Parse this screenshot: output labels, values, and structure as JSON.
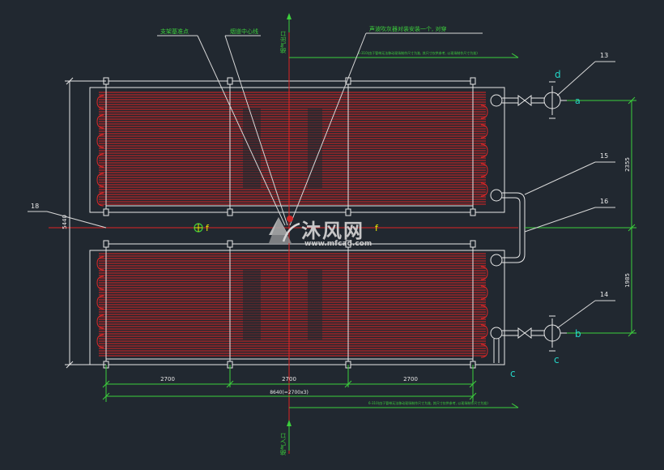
{
  "colors": {
    "background": "#212830",
    "frame": "#e8e8e8",
    "tube": "#e02525",
    "dimension": "#3ccf3c",
    "leader": "#d8d8d8",
    "label": "#24d6c8",
    "callout_text": "#e8e800"
  },
  "callouts": {
    "support_base": "支架基准点",
    "duct_centerline": "烟道中心线",
    "sootblower_note": "声波吹灰器对装安装一个, 对穿"
  },
  "axis_labels": {
    "top": "烟气出口",
    "bottom": "烟气入口"
  },
  "flow_notes": {
    "top": "6-310(由于管带无法移动现场制作尺寸为准, 其尺寸仅供参考, 以现场制作尺寸为准)",
    "bottom": "6-310(由于管带无法移动现场制作尺寸为准, 其尺寸仅供参考, 以现场制作尺寸为准)"
  },
  "part_numbers": {
    "n13": "13",
    "n15": "15",
    "n16": "16",
    "n14": "14",
    "n18": "18"
  },
  "port_letters": {
    "d": "d",
    "a": "a",
    "b": "b",
    "c1": "c",
    "c2": "c",
    "f1": "f",
    "f2": "f"
  },
  "dimensions": {
    "right_upper": "2355",
    "right_lower": "1985",
    "left_height": "5440",
    "bay_1": "2700",
    "bay_2": "2700",
    "bay_3": "2700",
    "overall": "8640(=2700x3)"
  },
  "watermark": {
    "brand": "沐风网",
    "url": "www.mfcad.com"
  }
}
